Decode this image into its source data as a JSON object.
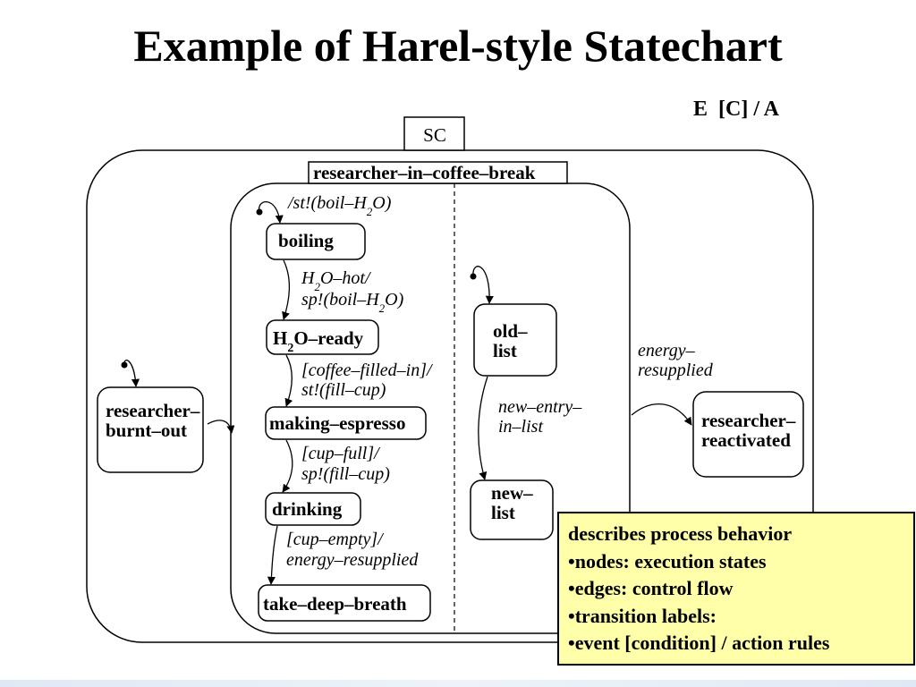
{
  "page": {
    "title": "Example of Harel-style Statechart"
  },
  "notation": "E  [C] / A",
  "diagram": {
    "root_label": "SC",
    "superstate_label": "researcher–in–coffee–break",
    "states": {
      "boiling": "boiling",
      "h2o_ready": [
        "H",
        "2",
        "O–ready"
      ],
      "making_espresso": "making–espresso",
      "drinking": "drinking",
      "take_deep_breath": "take–deep–breath",
      "old_list": [
        "old–",
        "list"
      ],
      "new_list": [
        "new–",
        "list"
      ],
      "burnt_out": [
        "researcher–",
        "burnt–out"
      ],
      "reactivated": [
        "researcher–",
        "reactivated"
      ]
    },
    "transitions": {
      "initial_boil": [
        "/st!(boil–H",
        "2",
        "O)"
      ],
      "h2o_hot": [
        "H",
        "2",
        "O–hot/"
      ],
      "sp_boil": [
        "sp!(boil–H",
        "2",
        "O)"
      ],
      "coffee_filled": [
        "[coffee–filled–in]/",
        "st!(fill–cup)"
      ],
      "cup_full": [
        "[cup–full]/",
        "sp!(fill–cup)"
      ],
      "cup_empty": [
        "[cup–empty]/",
        "energy–resupplied"
      ],
      "new_entry": [
        "new–entry–",
        "in–list"
      ],
      "energy_resupplied": [
        "energy–",
        "resupplied"
      ]
    }
  },
  "note": {
    "lines": [
      "describes process behavior",
      "•nodes: execution states",
      "•edges: control flow",
      "•transition labels:",
      "•event [condition] / action rules"
    ]
  }
}
